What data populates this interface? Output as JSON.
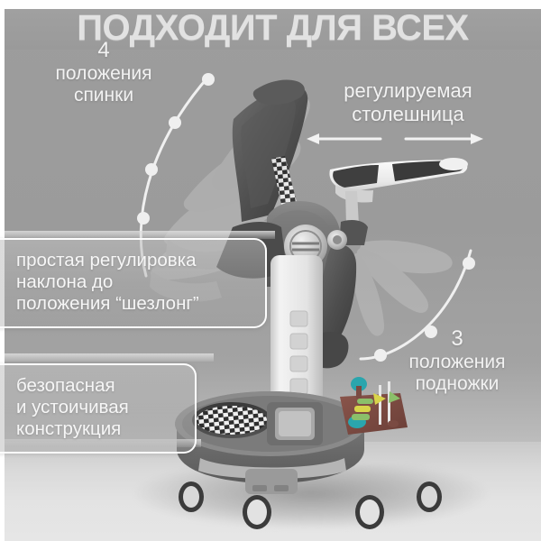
{
  "header": {
    "title": "ПОДХОДИТ ДЛЯ ВСЕХ"
  },
  "callouts": {
    "backrest": {
      "number": "4",
      "line1": "положения",
      "line2": "спинки"
    },
    "table": {
      "line1": "регулируемая",
      "line2": "столешница",
      "arrow": "double-headed-horizontal-arrow"
    },
    "footrest": {
      "number": "3",
      "line1": "положения",
      "line2": "подножки"
    },
    "recline": {
      "line1": "простая регулировка",
      "line2": "наклона до",
      "line3": "положения “шезлонг”"
    },
    "safety": {
      "line1": "безопасная",
      "line2": "и устоичивая",
      "line3": "конструкция"
    }
  },
  "markers": {
    "backrest_positions": 4,
    "footrest_positions": 3,
    "column_slots": 4
  },
  "colors": {
    "background_gray": "#9d9d9d",
    "header_gray": "#9f9f9f",
    "text_white": "#f2f2f2",
    "floor_light": "#e3e3e3",
    "chair_dark": "#4a4a4a",
    "chair_mid": "#6e6e6e",
    "chair_light": "#efefef",
    "tray_brown": "#7a4a42",
    "toy_teal": "#2aa5ad",
    "toy_yellow": "#d8d44a",
    "toy_green": "#8bbf6a"
  },
  "product": {
    "parts": {
      "backrest": "reclining-backrest",
      "ghost_backrests": "ghosted-recline-positions",
      "tray_table": "adjustable-tray-table",
      "column": "height-adjust-column",
      "footrest": "adjustable-footrest",
      "ghost_footrests": "ghosted-footrest-positions",
      "base": "wheeled-base",
      "ball_pit": "checkered-ball-pit",
      "toy_board": "toy-activity-board",
      "wheels": 4
    }
  }
}
